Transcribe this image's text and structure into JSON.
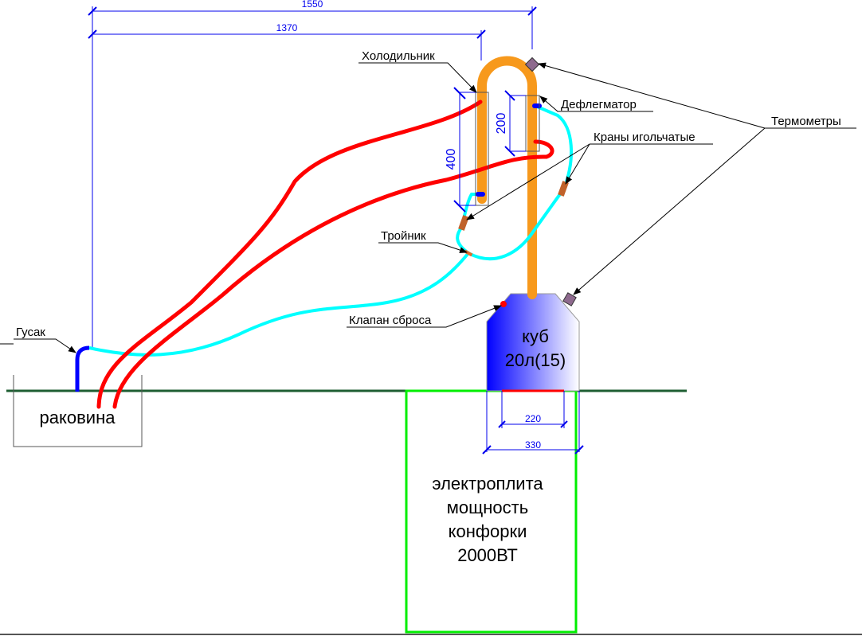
{
  "dimensions": {
    "total_width": "1550",
    "width_to_cooler": "1370",
    "cooler_height": "400",
    "dephlegmator_height": "200",
    "heater_diameter": "220",
    "cube_diameter": "330"
  },
  "labels": {
    "cooler": "Холодильник",
    "dephlegmator": "Дефлегматор",
    "needle_valves": "Краны игольчатые",
    "thermometers": "Термометры",
    "tee": "Тройник",
    "relief_valve": "Клапан сброса",
    "gooseneck": "Гусак",
    "sink": "раковина",
    "cube_line1": "куб",
    "cube_line2": "20л(15)",
    "stove_lines": [
      "электроплита",
      "мощность",
      "конфорки",
      "2000ВТ"
    ]
  },
  "colors": {
    "hot_water": "#ff0000",
    "cold_water": "#00ffff",
    "vapor_tube": "#f7991c",
    "dimension": "#0000ee",
    "stove": "#00ee00",
    "floor": "#1e5e32",
    "valve": "#c0622a"
  }
}
